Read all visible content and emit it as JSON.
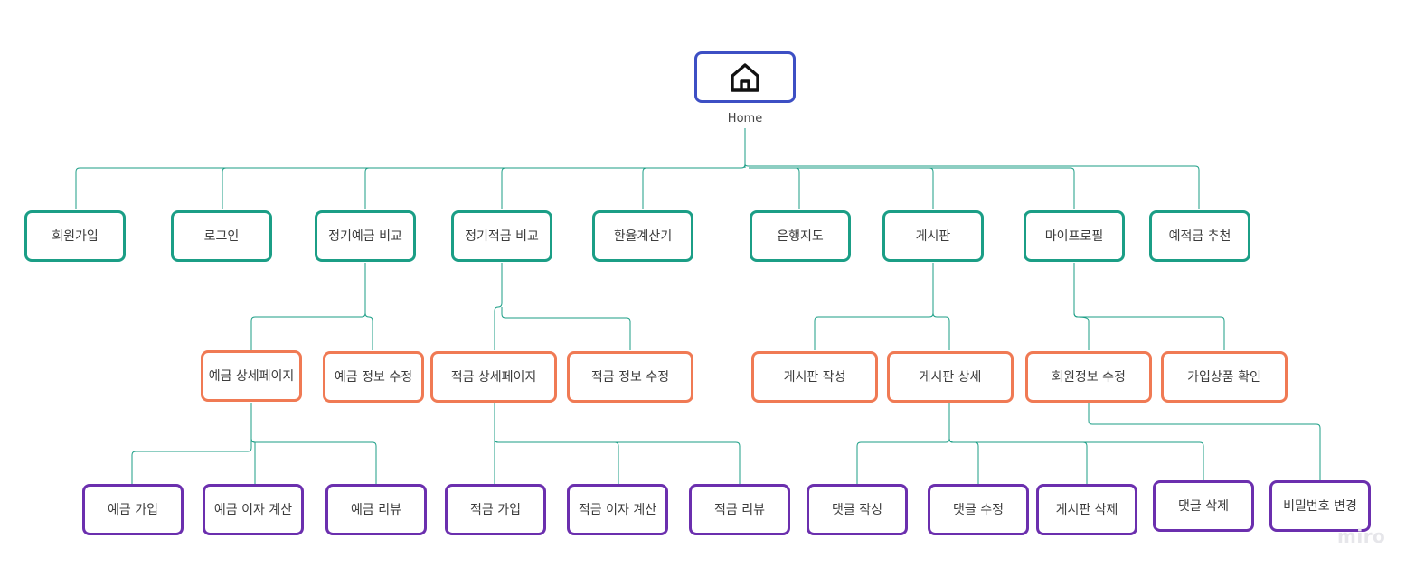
{
  "home": {
    "label": "Home",
    "icon": "home-icon"
  },
  "level1": {
    "signup": "회원가입",
    "login": "로그인",
    "deposit_compare": "정기예금 비교",
    "saving_compare": "정기적금 비교",
    "exchange_calc": "환율계산기",
    "bank_map": "은행지도",
    "board": "게시판",
    "my_profile": "마이프로필",
    "recommend": "예적금 추천"
  },
  "level2": {
    "deposit_detail": "예금 상세페이지",
    "deposit_edit": "예금 정보 수정",
    "saving_detail": "적금 상세페이지",
    "saving_edit": "적금 정보 수정",
    "post_write": "게시판 작성",
    "post_detail": "게시판 상세",
    "member_edit": "회원정보 수정",
    "joined_products": "가입상품 확인"
  },
  "level3": {
    "deposit_join": "예금 가입",
    "deposit_interest": "예금 이자 계산",
    "deposit_review": "예금 리뷰",
    "saving_join": "적금 가입",
    "saving_interest": "적금 이자 계산",
    "saving_review": "적금 리뷰",
    "comment_write": "댓글 작성",
    "comment_edit": "댓글 수정",
    "post_delete": "게시판 삭제",
    "comment_delete": "댓글 삭제",
    "password_change": "비밀번호 변경"
  },
  "watermark": "miro",
  "colors": {
    "home_border": "#3d4fc4",
    "level1_border": "#1b9e86",
    "level2_border": "#f07a54",
    "level3_border": "#6b2fae",
    "connector": "#1b9e86"
  }
}
